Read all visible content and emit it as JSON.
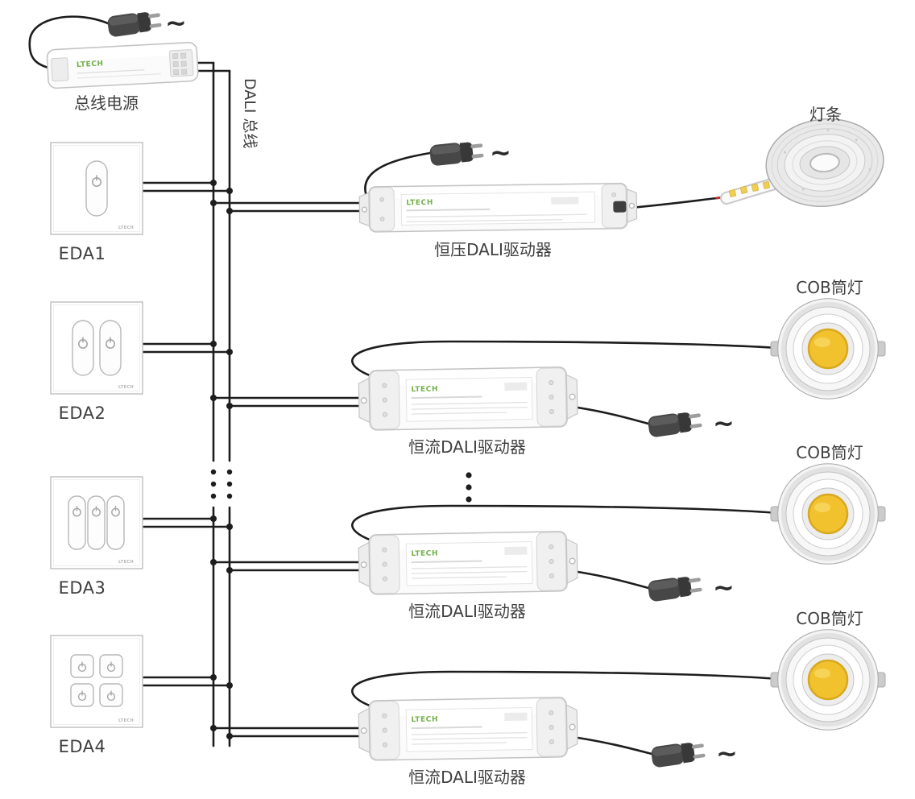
{
  "diagram": {
    "brand": "LTECH",
    "ac_symbol": "~",
    "bus_label": "DALI 总线",
    "power_supply": {
      "label": "总线电源"
    },
    "panels": [
      {
        "label": "EDA1"
      },
      {
        "label": "EDA2"
      },
      {
        "label": "EDA3"
      },
      {
        "label": "EDA4"
      }
    ],
    "cv_group": {
      "driver_label": "恒压DALI驱动器",
      "load_label": "灯条"
    },
    "cc_groups": [
      {
        "driver_label": "恒流DALI驱动器",
        "load_label": "COB筒灯"
      },
      {
        "driver_label": "恒流DALI驱动器",
        "load_label": "COB筒灯"
      },
      {
        "driver_label": "恒流DALI驱动器",
        "load_label": "COB筒灯"
      }
    ]
  }
}
